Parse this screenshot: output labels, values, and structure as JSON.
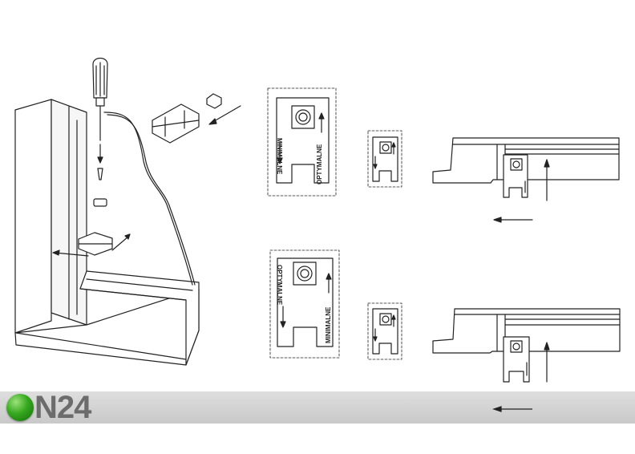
{
  "labels": {
    "minimalne": "MINIMALNE",
    "optymalne": "OPTYMALNE"
  },
  "brand": {
    "logo_text": "N24",
    "logo_dot_color": "#36a81f",
    "bar_color": "#cfcfcf"
  },
  "icons": [
    "screwdriver-icon",
    "arrow-left-icon",
    "arrow-up-icon",
    "arrow-down-icon",
    "logo-dot-icon"
  ]
}
